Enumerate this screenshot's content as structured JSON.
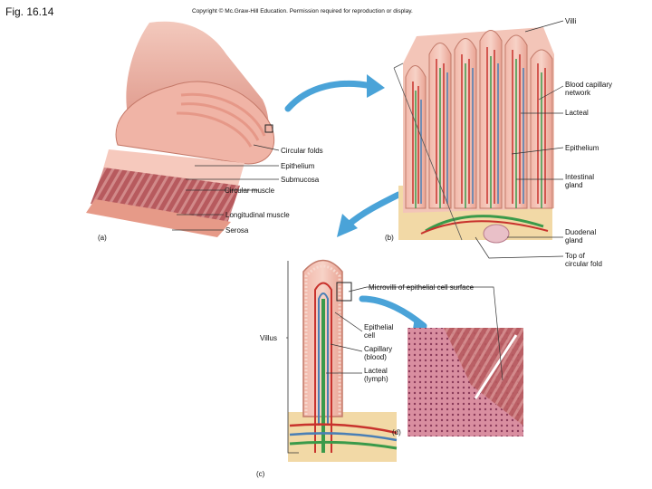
{
  "figure": {
    "title": "Fig. 16.14",
    "copyright": "Copyright © Mc.Graw-Hill Education. Permission required for reproduction or display."
  },
  "panels": {
    "a": "(a)",
    "b": "(b)",
    "c": "(c)",
    "d": "(d)"
  },
  "labels": {
    "villi": "Villi",
    "blood_capillary_line1": "Blood capillary",
    "blood_capillary_line2": "network",
    "lacteal": "Lacteal",
    "epithelium_b": "Epithelium",
    "intestinal_gland_line1": "Intestinal",
    "intestinal_gland_line2": "gland",
    "duodenal_gland_line1": "Duodenal",
    "duodenal_gland_line2": "gland",
    "top_circular_fold_line1": "Top of",
    "top_circular_fold_line2": "circular fold",
    "circular_folds": "Circular folds",
    "epithelium_a": "Epithelium",
    "submucosa": "Submucosa",
    "circular_muscle": "Circular muscle",
    "longitudinal_muscle": "Longitudinal muscle",
    "serosa": "Serosa",
    "microvilli": "Microvilli of epithelial cell surface",
    "villus": "Villus",
    "epithelial_cell_line1": "Epithelial",
    "epithelial_cell_line2": "cell",
    "capillary_line1": "Capillary",
    "capillary_line2": "(blood)",
    "lacteal_lymph_line1": "Lacteal",
    "lacteal_lymph_line2": "(lymph)"
  },
  "colors": {
    "tissue": "#e8a79b",
    "muscle": "#d9756a",
    "artery": "#c8322d",
    "vein": "#4a7fb5",
    "lymph": "#3a9a4a",
    "micrograph": "#b0566a"
  }
}
